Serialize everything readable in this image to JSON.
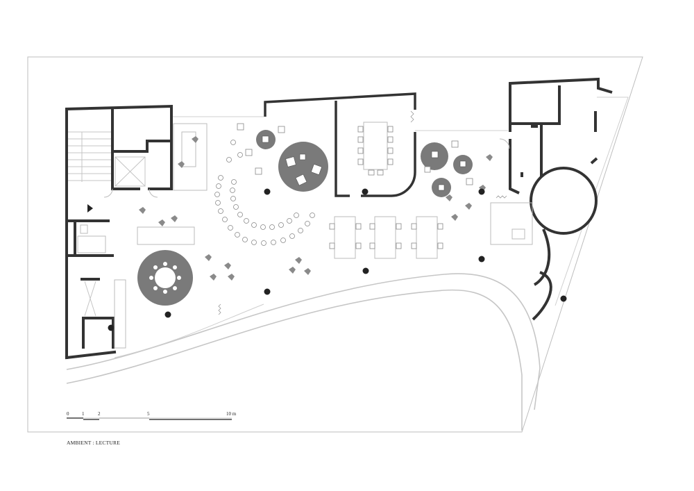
{
  "scale_bar": {
    "ticks": [
      "0",
      "1",
      "2",
      "5",
      "10 m"
    ]
  },
  "caption": "AMBIENT : LECTURE",
  "colors": {
    "wall": "#333333",
    "furniture": "#7a7a7a",
    "line": "#c8c8c8",
    "column": "#222222"
  }
}
